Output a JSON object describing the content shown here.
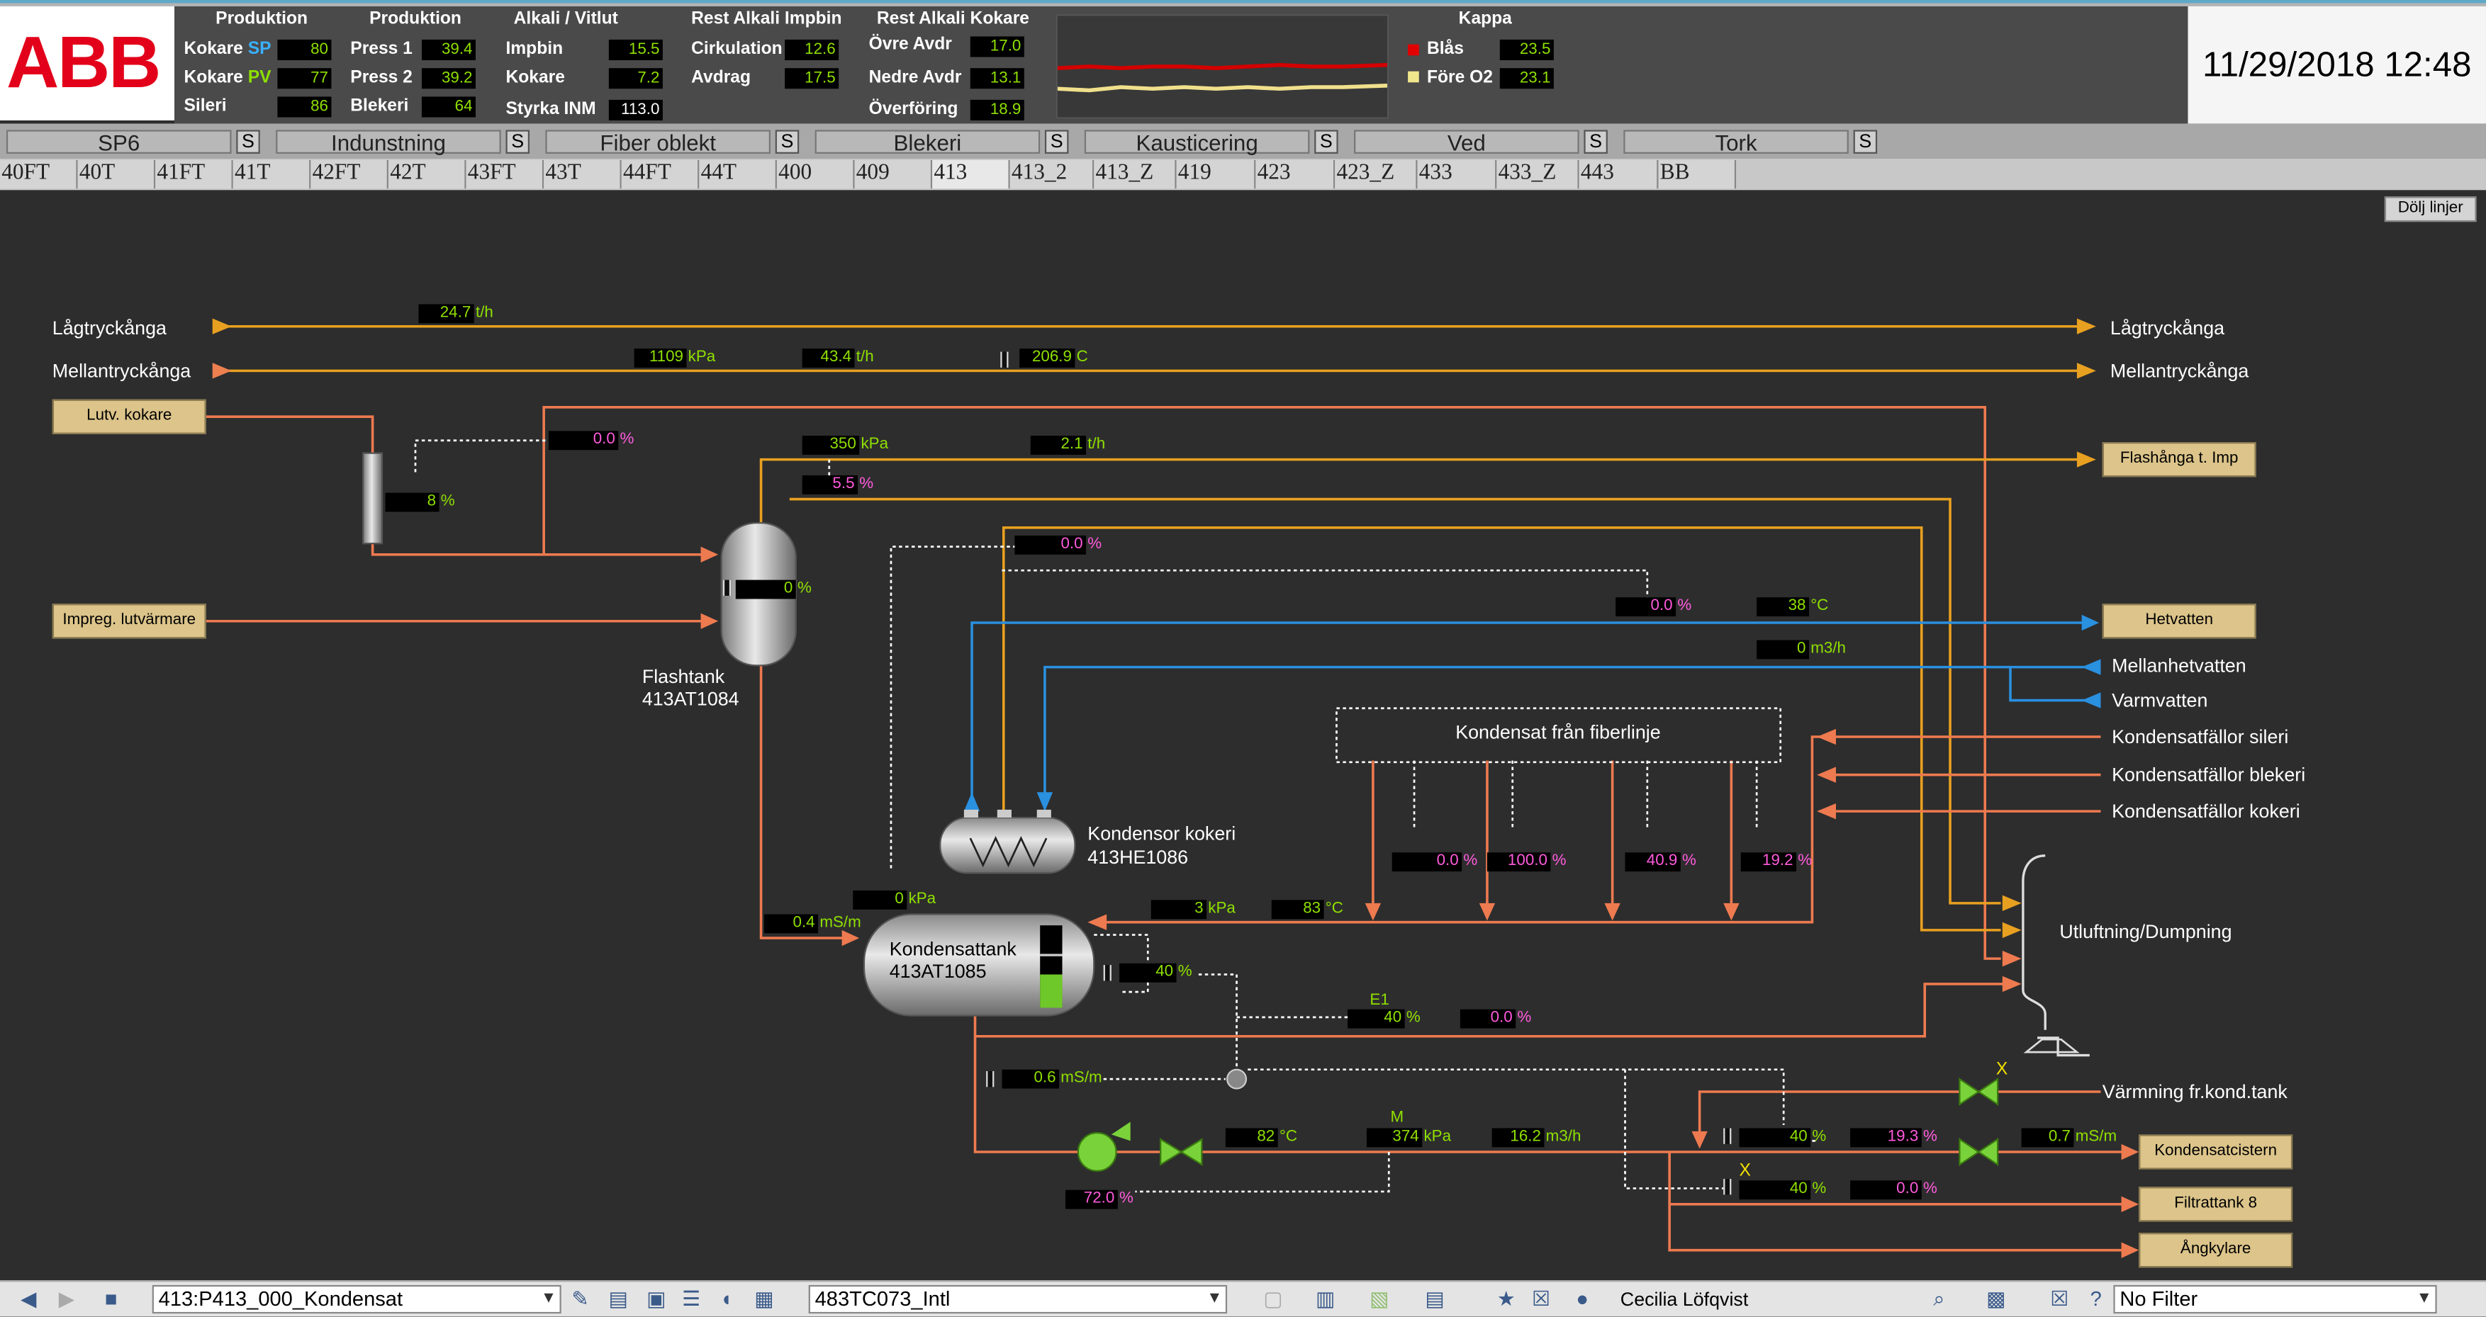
{
  "header": {
    "logo": "ABB",
    "groups": [
      {
        "title": "Produktion",
        "rows": [
          {
            "label": "Kokare",
            "tag": "SP",
            "value": "80"
          },
          {
            "label": "Kokare",
            "tag": "PV",
            "value": "77"
          },
          {
            "label": "Sileri",
            "value": "86"
          }
        ]
      },
      {
        "title": "Produktion",
        "rows": [
          {
            "label": "Press 1",
            "value": "39.4"
          },
          {
            "label": "Press 2",
            "value": "39.2"
          },
          {
            "label": "Blekeri",
            "value": "64"
          }
        ]
      },
      {
        "title": "Alkali / Vitlut",
        "rows": [
          {
            "label": "Impbin",
            "value": "15.5"
          },
          {
            "label": "Kokare",
            "value": "7.2"
          },
          {
            "label": "Styrka INM",
            "value": "113.0"
          }
        ]
      },
      {
        "title": "Rest Alkali Impbin",
        "rows": [
          {
            "label": "Cirkulation",
            "value": "12.6"
          },
          {
            "label": "Avdrag",
            "value": "17.5"
          }
        ]
      },
      {
        "title": "Rest Alkali Kokare",
        "rows": [
          {
            "label": "Övre Avdr",
            "value": "17.0"
          },
          {
            "label": "Nedre Avdr",
            "value": "13.1"
          },
          {
            "label": "Överföring",
            "value": "18.9"
          }
        ]
      },
      {
        "title": "Kappa",
        "rows": [
          {
            "label": "Blås",
            "value": "23.5",
            "color": "#e00000"
          },
          {
            "label": "Före O2",
            "value": "23.1",
            "color": "#f0e68c"
          }
        ]
      }
    ],
    "datetime": "11/29/2018 12:48",
    "trend_colors": {
      "red": "#d40000",
      "yellow": "#f0e08c"
    }
  },
  "main_tabs": [
    {
      "label": "SP6",
      "s": "S"
    },
    {
      "label": "Indunstning",
      "s": "S"
    },
    {
      "label": "Fiber oblekt",
      "s": "S"
    },
    {
      "label": "Blekeri",
      "s": "S"
    },
    {
      "label": "Kausticering",
      "s": "S"
    },
    {
      "label": "Ved",
      "s": "S"
    },
    {
      "label": "Tork",
      "s": "S"
    }
  ],
  "sub_tabs": [
    "40FT",
    "40T",
    "41FT",
    "41T",
    "42FT",
    "42T",
    "43FT",
    "43T",
    "44FT",
    "44T",
    "400",
    "409",
    "413",
    "413_2",
    "413_Z",
    "419",
    "423",
    "423_Z",
    "433",
    "433_Z",
    "443",
    "BB"
  ],
  "graphic": {
    "dolj_button": "Dölj linjer",
    "lines": {
      "lagtryck_l": "Lågtryckånga",
      "lagtryck_r": "Lågtryckånga",
      "mellantryck_l": "Mellantryckånga",
      "mellantryck_r": "Mellantryckånga",
      "hetvatten": "Hetvatten",
      "mellanhetvatten": "Mellanhetvatten",
      "varmvatten": "Varmvatten",
      "kfs": "Kondensatfällor sileri",
      "kfb": "Kondensatfällor blekeri",
      "kfk": "Kondensatfällor kokeri",
      "utluftning": "Utluftning/Dumpning",
      "varmning": "Värmning fr.kond.tank"
    },
    "boxes": {
      "lutv": "Lutv. kokare",
      "impreg": "Impreg. lutvärmare",
      "flashanga": "Flashånga t. Imp",
      "hetvatten": "Hetvatten",
      "kondensatcistern": "Kondensatcistern",
      "filtrattank": "Filtrattank 8",
      "angkylare": "Ångkylare"
    },
    "equipment": {
      "flashtank_name": "Flashtank",
      "flashtank_tag": "413AT1084",
      "kondensor_name": "Kondensor kokeri",
      "kondensor_tag": "413HE1086",
      "kondtank_name": "Kondensattank",
      "kondtank_tag": "413AT1085",
      "fiberlinje": "Kondensat från fiberlinje",
      "e1": "E1",
      "m": "M",
      "x1": "X",
      "x2": "X"
    },
    "values": {
      "v_247": {
        "v": "24.7",
        "u": "t/h"
      },
      "v_1109": {
        "v": "1109",
        "u": "kPa"
      },
      "v_434": {
        "v": "43.4",
        "u": "t/h"
      },
      "v_2069": {
        "v": "206.9",
        "u": "C"
      },
      "v_00a": {
        "v": "0.0",
        "u": "%"
      },
      "v_8": {
        "v": "8",
        "u": "%"
      },
      "v_350": {
        "v": "350",
        "u": "kPa"
      },
      "v_21": {
        "v": "2.1",
        "u": "t/h"
      },
      "v_55": {
        "v": "5.5",
        "u": "%"
      },
      "v_0ft": {
        "v": "0",
        "u": "%"
      },
      "v_00b": {
        "v": "0.0",
        "u": "%"
      },
      "v_00c": {
        "v": "0.0",
        "u": "%"
      },
      "v_38": {
        "v": "38",
        "u": "°C"
      },
      "v_0m3": {
        "v": "0",
        "u": "m3/h"
      },
      "v_00d": {
        "v": "0.0",
        "u": "%"
      },
      "v_100": {
        "v": "100.0",
        "u": "%"
      },
      "v_409": {
        "v": "40.9",
        "u": "%"
      },
      "v_192": {
        "v": "19.2",
        "u": "%"
      },
      "v_0kpa": {
        "v": "0",
        "u": "kPa"
      },
      "v_04": {
        "v": "0.4",
        "u": "mS/m"
      },
      "v_3kpa": {
        "v": "3",
        "u": "kPa"
      },
      "v_83": {
        "v": "83",
        "u": "°C"
      },
      "v_40a": {
        "v": "40",
        "u": "%"
      },
      "v_40b": {
        "v": "40",
        "u": "%"
      },
      "v_00e": {
        "v": "0.0",
        "u": "%"
      },
      "v_06": {
        "v": "0.6",
        "u": "mS/m"
      },
      "v_82": {
        "v": "82",
        "u": "°C"
      },
      "v_374": {
        "v": "374",
        "u": "kPa"
      },
      "v_162": {
        "v": "16.2",
        "u": "m3/h"
      },
      "v_40c": {
        "v": "40",
        "u": "%"
      },
      "v_193": {
        "v": "19.3",
        "u": "%"
      },
      "v_07": {
        "v": "0.7",
        "u": "mS/m"
      },
      "v_40d": {
        "v": "40",
        "u": "%"
      },
      "v_00f": {
        "v": "0.0",
        "u": "%"
      },
      "v_720": {
        "v": "72.0",
        "u": "%"
      }
    }
  },
  "bottom": {
    "display_combo": "413:P413_000_Kondensat",
    "tag_combo": "483TC073_Intl",
    "user": "Cecilia Löfqvist",
    "filter": "No Filter"
  }
}
